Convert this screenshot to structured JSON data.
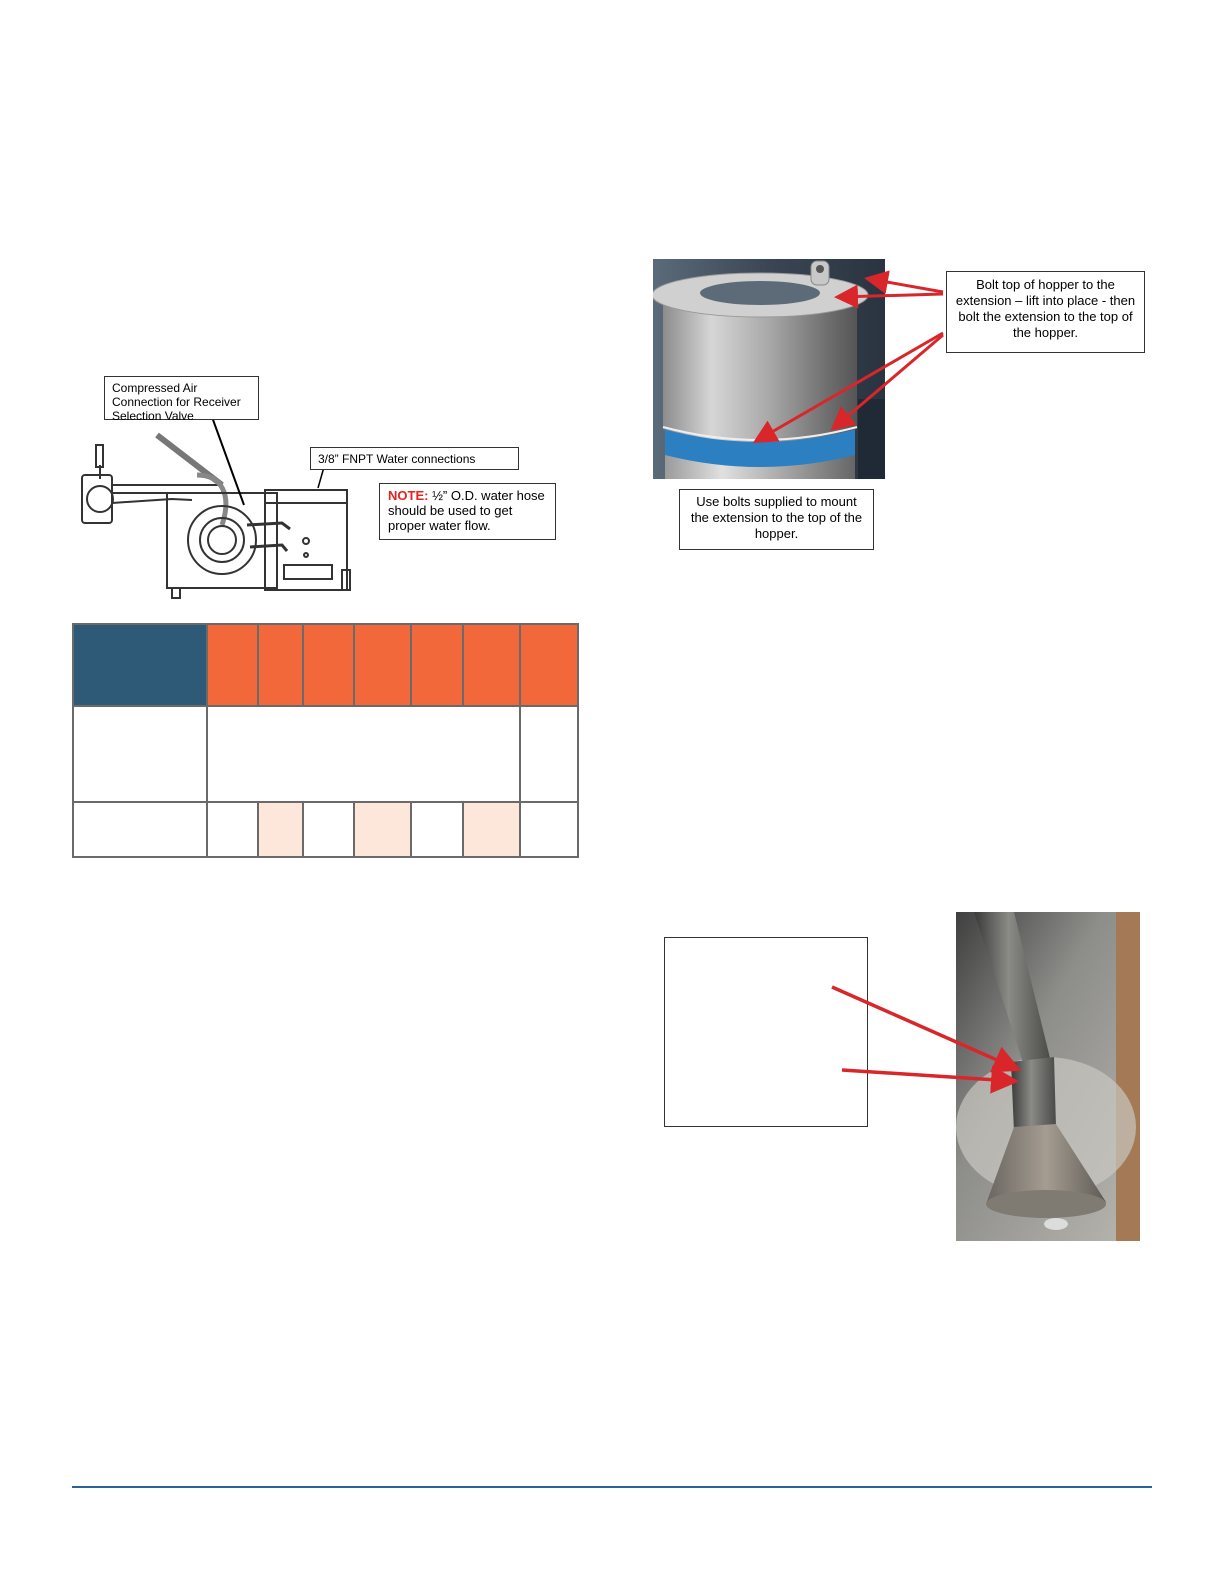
{
  "page": {
    "background": "#ffffff",
    "rule_color": "#2a6496"
  },
  "left_figure": {
    "callout_air_line1": "Compressed Air",
    "callout_air_line2": "Connection for Receiver",
    "callout_air_line3": "Selection Valve",
    "callout_water": "3/8” FNPT Water connections",
    "note_label": "NOTE:",
    "note_text": " ½” O.D. water hose should be used to get proper water flow."
  },
  "spec_table": {
    "header_colors": {
      "first": "#2e5a77",
      "rest": "#f2683b"
    },
    "shaded_color": "#fde7da",
    "columns": 8
  },
  "right_top_figure": {
    "callout_bolt": "Bolt top of hopper to the extension – lift into place - then bolt the extension to the top of the hopper.",
    "callout_use_bolts": "Use bolts supplied to mount the extension to the top of the hopper."
  },
  "icons": [
    "pointer-arrow-icon"
  ]
}
